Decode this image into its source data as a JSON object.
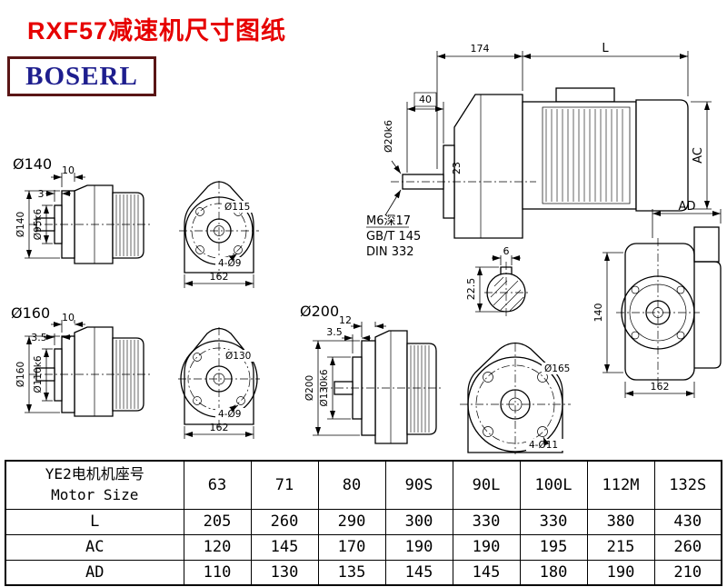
{
  "header": {
    "title": "RXF57减速机尺寸图纸",
    "logo": "BOSERL"
  },
  "main_view": {
    "gear_length": "174",
    "motor_length": "L",
    "shaft_length": "40",
    "shaft_dia": "Ø20k6",
    "shoulder": "23",
    "tap_note": "M6深17",
    "std_note1": "GB/T 145",
    "std_note2": "DIN 332",
    "motor_dia": "AC",
    "key": {
      "width": "6",
      "height": "22.5"
    },
    "front": {
      "ad": "AD",
      "height": "140",
      "width": "162"
    }
  },
  "flange_140": {
    "label": "Ø140",
    "side": {
      "thickness": "10",
      "step": "3",
      "outer": "Ø140",
      "pilot": "Ø95k6"
    },
    "front": {
      "bolt_circle": "Ø115",
      "holes": "4-Ø9",
      "width": "162"
    }
  },
  "flange_160": {
    "label": "Ø160",
    "side": {
      "thickness": "10",
      "step": "3.5",
      "outer": "Ø160",
      "pilot": "Ø110k6"
    },
    "front": {
      "bolt_circle": "Ø130",
      "holes": "4-Ø9",
      "width": "162"
    }
  },
  "flange_200": {
    "label": "Ø200",
    "side": {
      "thickness": "12",
      "step": "3.5",
      "outer": "Ø200",
      "pilot": "Ø130k6"
    },
    "front": {
      "bolt_circle": "Ø165",
      "holes": "4-Ø11"
    }
  },
  "table": {
    "row_header_cn": "YE2电机机座号",
    "row_header_en": "Motor Size",
    "motor_sizes": [
      "63",
      "71",
      "80",
      "90S",
      "90L",
      "100L",
      "112M",
      "132S"
    ],
    "rows": [
      {
        "label": "L",
        "values": [
          "205",
          "260",
          "290",
          "300",
          "330",
          "330",
          "380",
          "430"
        ]
      },
      {
        "label": "AC",
        "values": [
          "120",
          "145",
          "170",
          "190",
          "190",
          "195",
          "215",
          "260"
        ]
      },
      {
        "label": "AD",
        "values": [
          "110",
          "130",
          "135",
          "145",
          "145",
          "180",
          "190",
          "210"
        ]
      }
    ]
  }
}
